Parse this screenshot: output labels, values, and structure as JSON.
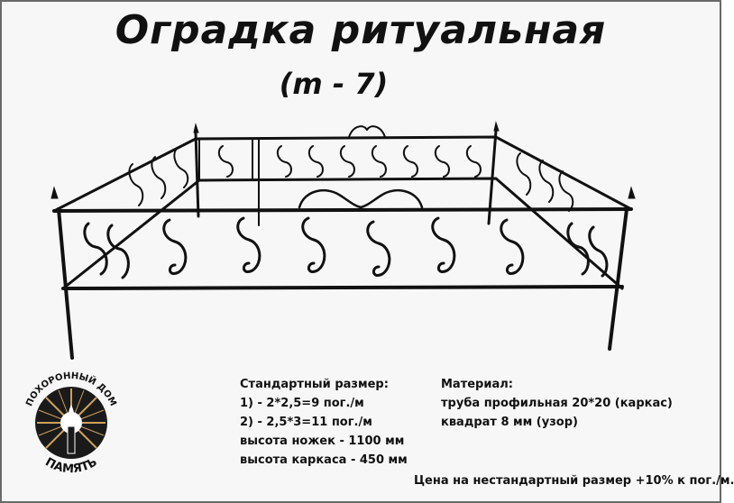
{
  "header": {
    "title": "Оградка ритуальная",
    "model": "(m - 7)"
  },
  "logo": {
    "top_text": "ПОХОРОННЫЙ ДОМ",
    "bottom_text": "ПАМЯТЬ"
  },
  "specs": {
    "heading": "Стандартный размер:",
    "lines": [
      "1) - 2*2,5=9 пог./м",
      "2) - 2,5*3=11 пог./м",
      "высота ножек - 1100 мм",
      "высота каркаса - 450 мм"
    ]
  },
  "materials": {
    "heading": "Материал:",
    "lines": [
      "труба профильная 20*20 (каркас)",
      "квадрат 8 мм (узор)"
    ]
  },
  "price_note": "Цена на нестандартный размер +10% к пог./м.",
  "colors": {
    "frame_border": "#6a6a6a",
    "metal": "#111111",
    "logo_gold": "#cfa15a"
  }
}
